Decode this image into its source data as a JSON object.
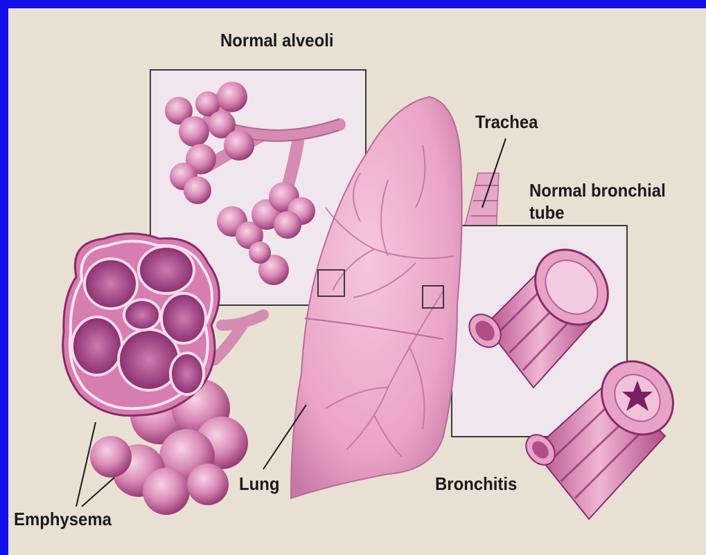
{
  "labels": {
    "normal_alveoli": "Normal alveoli",
    "trachea": "Trachea",
    "normal_bronchial_tube_line1": "Normal bronchial",
    "normal_bronchial_tube_line2": "tube",
    "lung": "Lung",
    "bronchitis": "Bronchitis",
    "emphysema": "Emphysema"
  },
  "colors": {
    "frame": "#1010e8",
    "background": "#e8e0d2",
    "tissue": "#e8a6c8",
    "tissue_dark": "#b8508a",
    "tissue_deep": "#8a2a6a"
  }
}
